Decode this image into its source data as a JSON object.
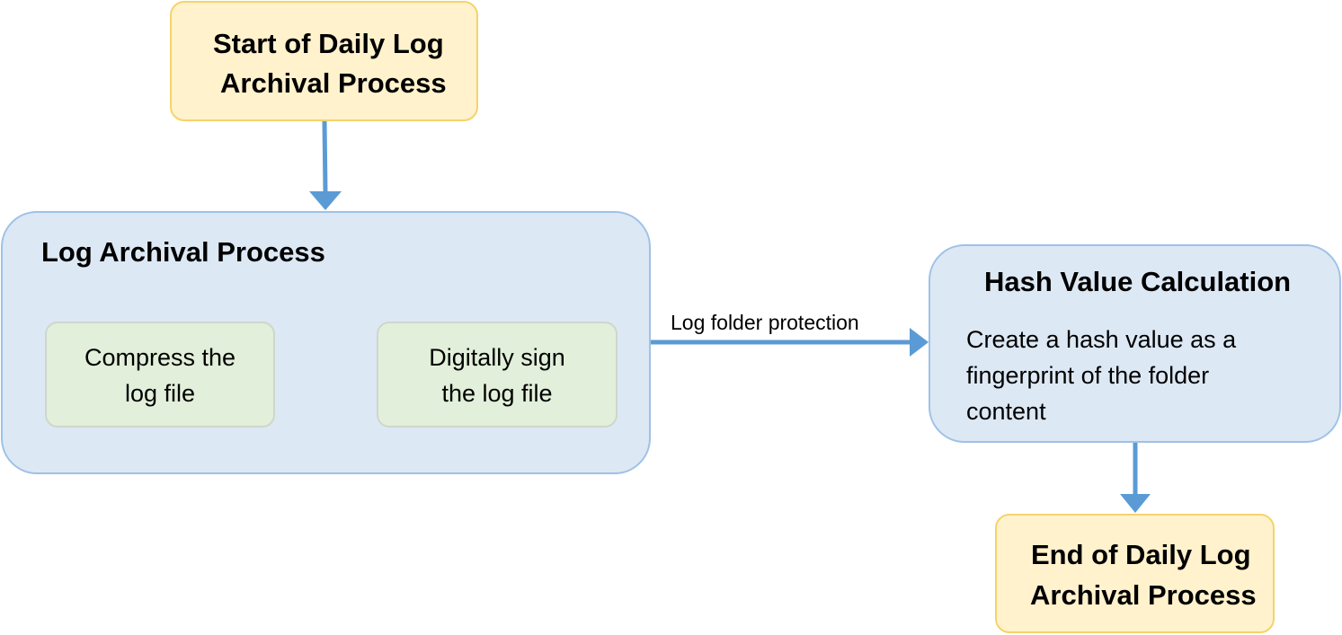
{
  "start": {
    "line1": "Start of Daily Log",
    "line2": "Archival Process"
  },
  "log_archival": {
    "title": "Log Archival Process",
    "compress": {
      "line1": "Compress the",
      "line2": "log file"
    },
    "sign": {
      "line1": "Digitally sign",
      "line2": "the log file"
    }
  },
  "edge_label": "Log folder protection",
  "hash": {
    "title": "Hash Value Calculation",
    "line1": "Create a hash value as a",
    "line2": "fingerprint of the folder",
    "line3": "content"
  },
  "end": {
    "line1": "End of Daily Log",
    "line2": "Archival Process"
  },
  "colors": {
    "terminal_fill": "#fff2cc",
    "terminal_border": "#f5d36b",
    "container_fill": "#dde8f5",
    "container_border": "#9ec2e6",
    "step_fill": "#e2efda",
    "arrow": "#5b9bd5"
  }
}
